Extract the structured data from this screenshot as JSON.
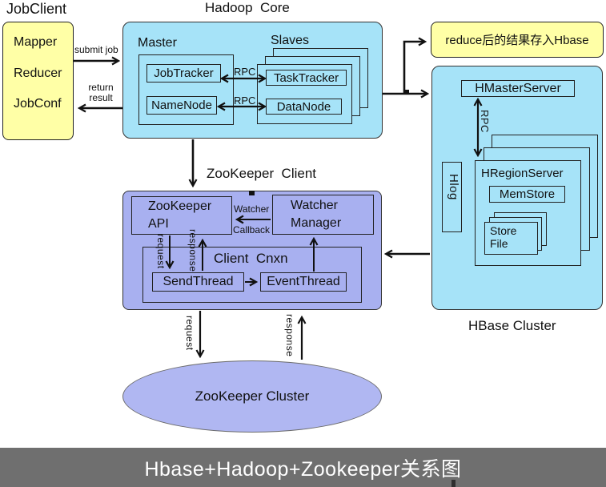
{
  "colors": {
    "cyan": "#a6e3f8",
    "yellow": "#ffffa6",
    "purple": "#a8b0f0",
    "ellipse_purple": "#b0b7f2",
    "footer_bg": "#6f6f6f"
  },
  "jobclient": {
    "title": "JobClient",
    "mapper": "Mapper",
    "reducer": "Reducer",
    "jobconf": "JobConf"
  },
  "connectors": {
    "submit_job": "submit job",
    "return_l1": "return",
    "return_l2": "result"
  },
  "hadoop": {
    "title": "Hadoop  Core",
    "master": "Master",
    "slaves": "Slaves",
    "jobtracker": "JobTracker",
    "namenode": "NameNode",
    "tasktracker": "TaskTracker",
    "datanode": "DataNode",
    "rpc_top": "RPC",
    "rpc_bottom": "RPC"
  },
  "reduce_note": {
    "text": "reduce后的结果存入Hbase"
  },
  "hbase": {
    "caption": "HBase Cluster",
    "hmaster": "HMasterServer",
    "rpc": "RPC",
    "hlog": "Hlog",
    "hregionserver": "HRegionServer",
    "memstore": "MemStore",
    "store_l1": "Store",
    "store_l2": "File"
  },
  "zk": {
    "title": "ZooKeeper  Client",
    "api_l1": "ZooKeeper",
    "api_l2": "API",
    "watcher_l1": "Watcher",
    "watcher_l2": "Manager",
    "cb_l1": "Watcher",
    "cb_l2": "Callback",
    "cnxn": "Client  Cnxn",
    "sendthread": "SendThread",
    "eventthread": "EventThread",
    "request": "request",
    "response": "response"
  },
  "zkcluster": {
    "label": "ZooKeeper  Cluster",
    "request": "request",
    "response": "response"
  },
  "footer": {
    "title": "Hbase+Hadoop+Zookeeper关系图"
  }
}
